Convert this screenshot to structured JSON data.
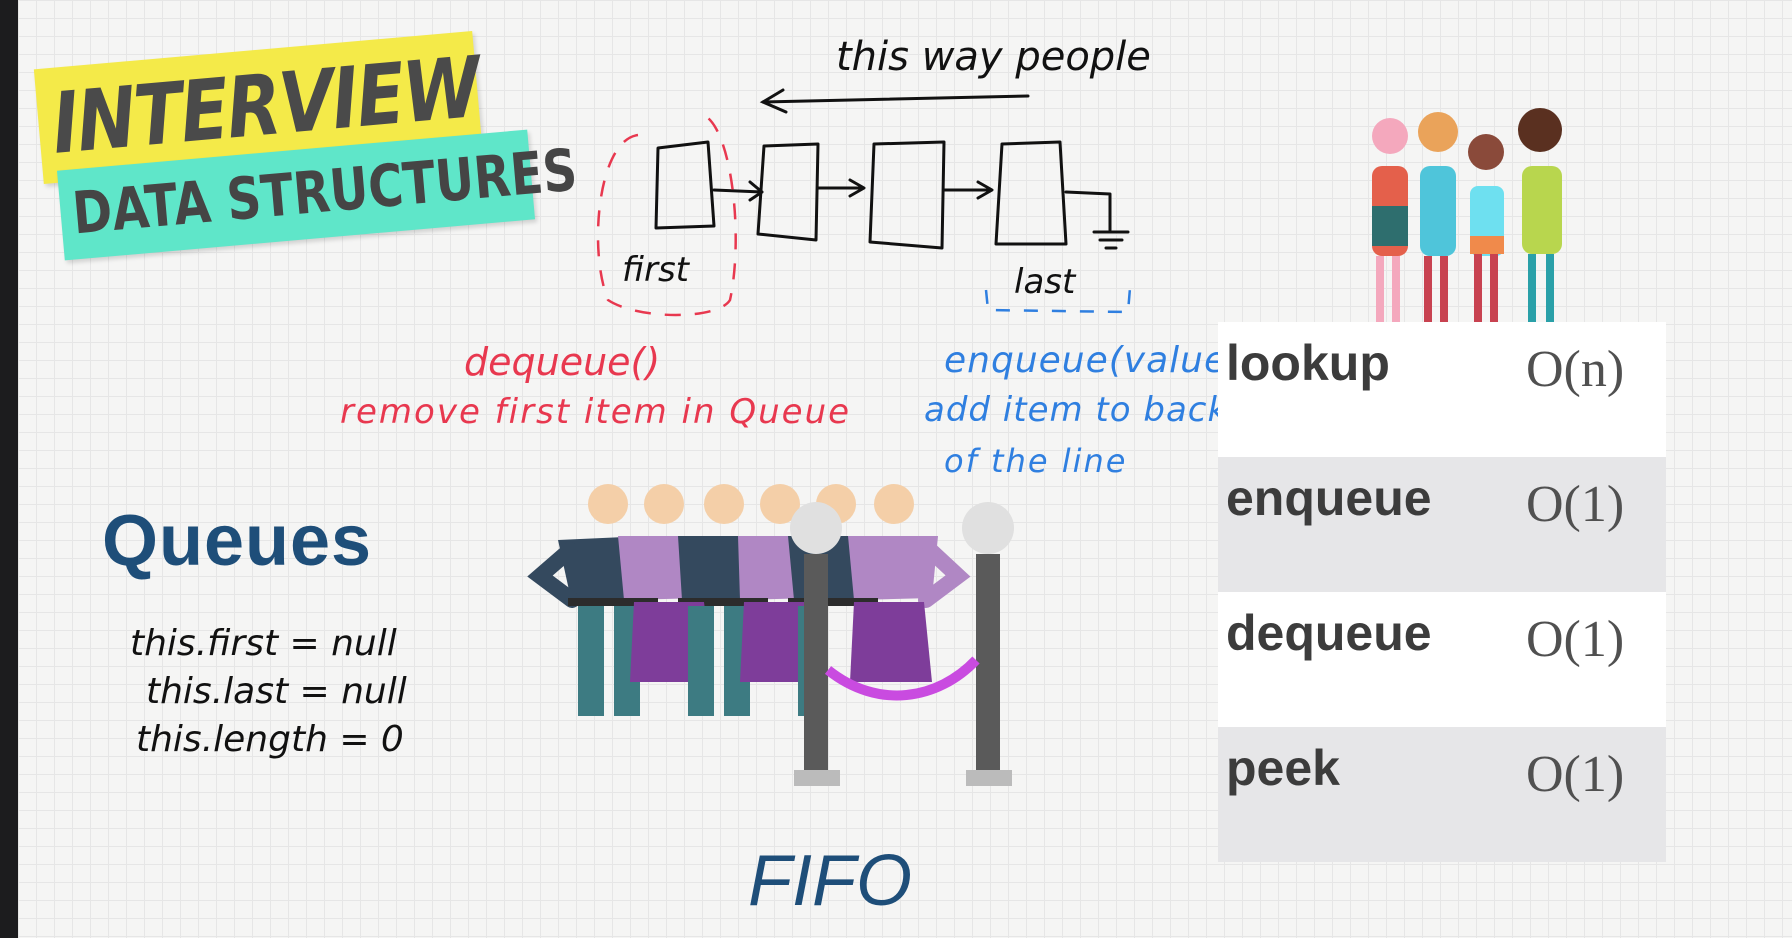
{
  "banner": {
    "line1": "INTERVIEW",
    "line2": "DATA STRUCTURES"
  },
  "sketch": {
    "direction_note": "this way people",
    "first_label": "first",
    "last_label": "last",
    "dequeue_call": "dequeue()",
    "dequeue_desc": "remove first item in Queue",
    "enqueue_call": "enqueue(value)",
    "enqueue_desc_line1": "add item to back",
    "enqueue_desc_line2": "of the line"
  },
  "title": "Queues",
  "constructor_code": [
    "this.first = null",
    "this.last = null",
    "this.length = 0"
  ],
  "fifo_label": "FIFO",
  "complexity": [
    {
      "op": "lookup",
      "cost": "O(n)"
    },
    {
      "op": "enqueue",
      "cost": "O(1)"
    },
    {
      "op": "dequeue",
      "cost": "O(1)"
    },
    {
      "op": "peek",
      "cost": "O(1)"
    }
  ],
  "colors": {
    "title_blue": "#1e4e79",
    "handwriting_red": "#e8384f",
    "handwriting_blue": "#2f7fe0",
    "banner_yellow": "#f4ea49",
    "banner_cyan": "#5fe6c9"
  }
}
